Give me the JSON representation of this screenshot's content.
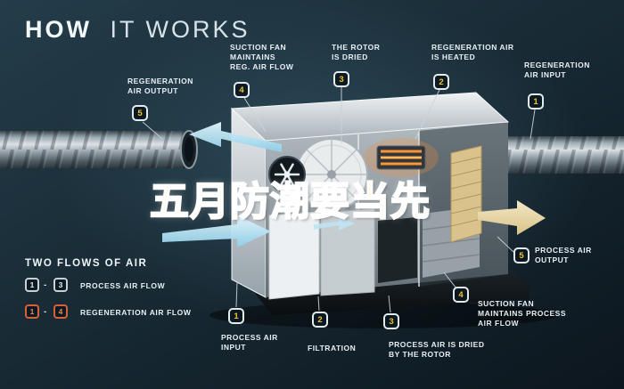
{
  "title": {
    "word_bold": "HOW",
    "word_light": "IT WORKS"
  },
  "watermark": {
    "text": "五月防潮要当先"
  },
  "callouts": [
    {
      "num": "5",
      "label": "REGENERATION\nAIR OUTPUT"
    },
    {
      "num": "4",
      "label": "SUCTION FAN\nMAINTAINS\nREG. AIR FLOW"
    },
    {
      "num": "3",
      "label": "THE ROTOR\nIS DRIED"
    },
    {
      "num": "2",
      "label": "REGENERATION AIR\nIS HEATED"
    },
    {
      "num": "1",
      "label": "REGENERATION\nAIR INPUT"
    },
    {
      "num": "5",
      "label": "PROCESS AIR\nOUTPUT"
    },
    {
      "num": "4",
      "label": "SUCTION FAN\nMAINTAINS PROCESS\nAIR FLOW"
    },
    {
      "num": "3",
      "label": "PROCESS AIR IS DRIED\nBY THE ROTOR"
    },
    {
      "num": "2",
      "label": "FILTRATION"
    },
    {
      "num": "1",
      "label": "PROCESS AIR\nINPUT"
    }
  ],
  "legend": {
    "heading": "TWO FLOWS OF AIR",
    "rows": [
      {
        "from": "1",
        "dash": "-",
        "to": "3",
        "label": "PROCESS AIR FLOW"
      },
      {
        "from": "1",
        "dash": "-",
        "to": "4",
        "label": "REGENERATION AIR FLOW"
      }
    ]
  },
  "colors": {
    "background": "#182a34",
    "badge_number_gold": "#f2c22e",
    "regen_orange": "#d9603b",
    "arrow_blue": "#bfe3f2",
    "arrow_cream": "#e9d9ab"
  }
}
